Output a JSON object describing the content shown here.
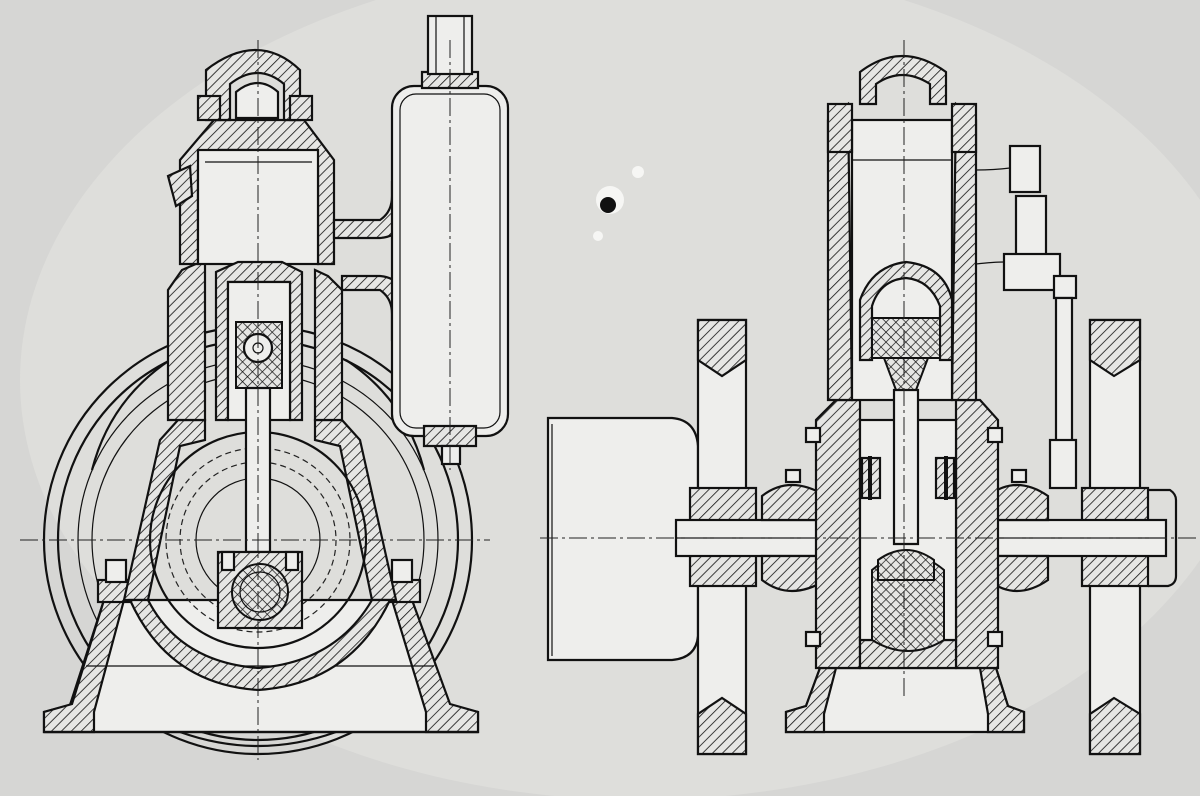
{
  "drawing": {
    "type": "engineering-cross-section",
    "views": [
      {
        "name": "front-section-view"
      },
      {
        "name": "side-section-view"
      }
    ],
    "colors": {
      "paper": "#d8d8d6",
      "ink": "#111111",
      "highlight": "#eeeeec"
    }
  }
}
